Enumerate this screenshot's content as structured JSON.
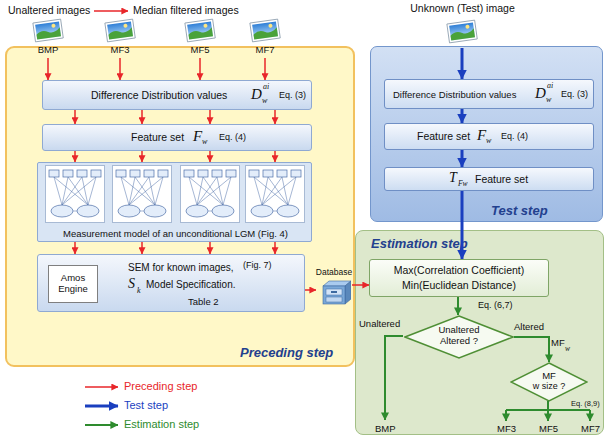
{
  "diagram": {
    "nodes": [
      {
        "text": [
          "BMP"
        ]
      },
      {
        "text": [
          "MF3"
        ]
      },
      {
        "text": [
          "MF5"
        ]
      },
      {
        "text": [
          "MF7"
        ]
      },
      {
        "text": [
          "Preceding step"
        ]
      },
      {
        "text": [
          "Difference Distribution values",
          "D",
          "w",
          "ai",
          "Eq. (3)"
        ],
        "in": 4
      },
      {
        "text": [
          "Feature set",
          "F",
          "w",
          "Eq. (4)"
        ],
        "in": 4
      },
      {
        "text": [
          "Measurement model of an unconditional LGM (Fig. 4)"
        ],
        "in": 4
      },
      {
        "text": [
          "SEM for known images,",
          "(Fig. 7)",
          "S",
          "k",
          "Model Specification.",
          "Table 2"
        ],
        "in": 4
      },
      {
        "text": [
          "Amos Engine"
        ],
        "in": 8
      },
      {
        "text": [
          "Database"
        ]
      },
      {
        "text": [
          "Unknown (Test) image"
        ]
      },
      {
        "text": [
          "Test step"
        ]
      },
      {
        "text": [
          "Difference Distribution values",
          "D",
          "w",
          "ai",
          "Eq. (3)"
        ],
        "in": 12
      },
      {
        "text": [
          "Feature set",
          "F",
          "w",
          "Eq. (4)"
        ],
        "in": 12
      },
      {
        "text": [
          "T",
          "Fw",
          "Feature set"
        ],
        "in": 12
      },
      {
        "text": [
          "Estimation step"
        ]
      },
      {
        "text": [
          "Max(Correlation Coefficient)",
          "Min(Euclidean Distance)"
        ],
        "in": 16
      },
      {
        "text": [
          "Unaltered Altered ?"
        ],
        "in": 16
      },
      {
        "text": [
          "MF",
          "w size ?"
        ],
        "in": 16
      }
    ],
    "edges": [
      {
        "from": 0,
        "to": 5,
        "arrow": "to"
      },
      {
        "from": 1,
        "to": 5,
        "arrow": "to"
      },
      {
        "from": 2,
        "to": 5,
        "arrow": "to"
      },
      {
        "from": 3,
        "to": 5,
        "arrow": "to"
      },
      {
        "from": 5,
        "to": 6,
        "arrow": "to"
      },
      {
        "from": 5,
        "to": 6,
        "arrow": "to"
      },
      {
        "from": 5,
        "to": 6,
        "arrow": "to"
      },
      {
        "from": 5,
        "to": 6,
        "arrow": "to"
      },
      {
        "from": 6,
        "to": 7,
        "arrow": "to"
      },
      {
        "from": 6,
        "to": 7,
        "arrow": "to"
      },
      {
        "from": 6,
        "to": 7,
        "arrow": "to"
      },
      {
        "from": 6,
        "to": 7,
        "arrow": "to"
      },
      {
        "from": 7,
        "to": 8,
        "arrow": "to"
      },
      {
        "from": 7,
        "to": 8,
        "arrow": "to"
      },
      {
        "from": 7,
        "to": 8,
        "arrow": "to"
      },
      {
        "from": 7,
        "to": 8,
        "arrow": "to"
      },
      {
        "from": 8,
        "to": 10,
        "arrow": "to"
      },
      {
        "from": 10,
        "to": 17,
        "arrow": "to"
      },
      {
        "from": 11,
        "to": 13,
        "arrow": "to"
      },
      {
        "from": 13,
        "to": 14,
        "arrow": "to"
      },
      {
        "from": 14,
        "to": 15,
        "arrow": "to"
      },
      {
        "from": 15,
        "to": 17,
        "arrow": "to"
      },
      {
        "from": 17,
        "to": 18,
        "arrow": "to"
      },
      {
        "from": 18,
        "to": 19,
        "label": "Altered",
        "arrow": "to"
      }
    ],
    "labels": [
      "Unaltered images",
      "Median filtered images",
      "Eq. (6,7)",
      "Unaltered",
      "MF",
      "w",
      "Eq. (8,9)",
      "BMP",
      "MF3",
      "MF5",
      "MF7"
    ],
    "legend": [
      {
        "text": "Preceding step"
      },
      {
        "text": "Test step"
      },
      {
        "text": "Estimation step"
      }
    ]
  }
}
